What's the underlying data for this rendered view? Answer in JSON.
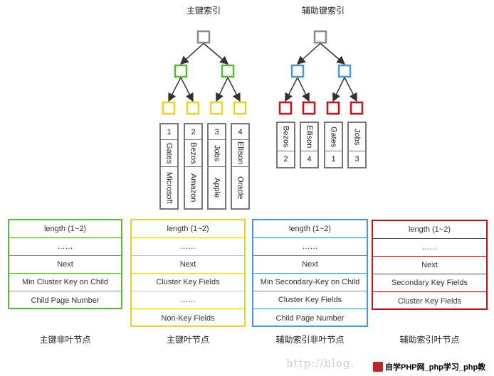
{
  "titles": {
    "primary": "主键索引",
    "secondary": "辅助键索引"
  },
  "colors": {
    "root": "#8a8a8a",
    "primary_internal": "#55bb33",
    "primary_leaf": "#f0d020",
    "secondary_internal": "#4499dd",
    "secondary_leaf": "#cc1111",
    "leaf_border": "#777777"
  },
  "primary_leaves": [
    {
      "cells": [
        "1",
        "Gates",
        "Microsoft"
      ]
    },
    {
      "cells": [
        "2",
        "Bezos",
        "Amazon"
      ]
    },
    {
      "cells": [
        "3",
        "Jobs",
        "Apple"
      ]
    },
    {
      "cells": [
        "4",
        "Ellison",
        "Oracle"
      ]
    }
  ],
  "secondary_leaves": [
    {
      "cells": [
        "Bezos",
        "2"
      ]
    },
    {
      "cells": [
        "Ellison",
        "4"
      ]
    },
    {
      "cells": [
        "Gates",
        "1"
      ]
    },
    {
      "cells": [
        "Jobs",
        "3"
      ]
    }
  ],
  "structures": [
    {
      "caption": "主键非叶节点",
      "rows": [
        "length (1~2)",
        "……",
        "Next",
        "Min Cluster Key on Child",
        "Child Page Number"
      ]
    },
    {
      "caption": "主键叶节点",
      "rows": [
        "length (1~2)",
        "……",
        "Next",
        "Cluster Key Fields",
        "……",
        "Non-Key Fields"
      ]
    },
    {
      "caption": "辅助索引非叶节点",
      "rows": [
        "length (1~2)",
        "……",
        "Next",
        "Min Secondary-Key on Child",
        "Cluster Key Fields",
        "Child Page Number"
      ]
    },
    {
      "caption": "辅助索引叶节点",
      "rows": [
        "length (1~2)",
        "……",
        "Next",
        "Secondary Key Fields",
        "Cluster Key Fields"
      ]
    }
  ],
  "watermark": {
    "text": "http://blog.",
    "logo": "自学PHP网_php学习_php教"
  }
}
